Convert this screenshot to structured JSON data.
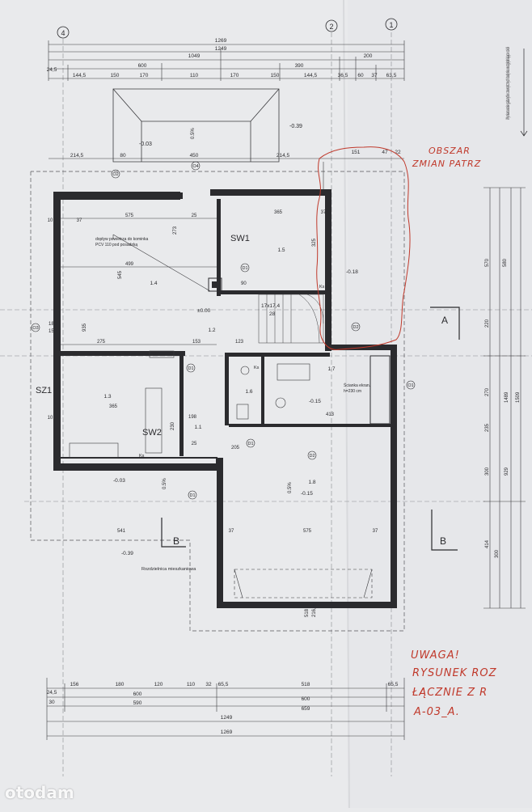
{
  "axes": {
    "left": "4",
    "mid": "2",
    "right": "1"
  },
  "top_dims": {
    "row1": [
      "1269"
    ],
    "row2": [
      "1249"
    ],
    "row3": [
      "1049",
      "200"
    ],
    "row4": [
      "600",
      "390"
    ],
    "row5": [
      "24,5",
      "144,5",
      "150",
      "170",
      "110",
      "170",
      "150",
      "144,5",
      "36,5",
      "60",
      "37",
      "63,5"
    ],
    "row6": [
      "214,5",
      "80",
      "450",
      "214,5",
      "151",
      "47",
      "22"
    ]
  },
  "rooms": {
    "r14": "1.4",
    "r13": "1.3",
    "r12": "1.2",
    "r11": "1.1",
    "r15": "1.5",
    "r16": "1.6",
    "r17": "1.7",
    "r18": "1.8",
    "sw1": "SW1",
    "sw2": "SW2",
    "sz1": "SZ1"
  },
  "labels": {
    "chimney": "dopływ powietrza do kominka",
    "chimney2": "PCV 110 pod posadzką",
    "elev0": "±0.00",
    "m003": "-0.03",
    "m015a": "-0.15",
    "m015b": "-0.15",
    "m018": "-0.18",
    "m039a": "-0.39",
    "m039b": "-0.39",
    "slope1": "0.5%",
    "slope2": "0.5%",
    "slope3": "0.5%",
    "stairs": "17x17,4",
    "stairs2": "28",
    "scianka": "Ścianka ekran.",
    "scianka2": "h=230 cm",
    "rozdz": "Rozdzielnica mieszkaniowa",
    "ks1": "Ks",
    "ks2": "Ks",
    "ks3": "Ks",
    "d1a": "D1",
    "d1b": "D1",
    "d1c": "D1",
    "d1d": "D1",
    "d2a": "D2",
    "d2b": "D2",
    "o1": "O1",
    "o2": "O2",
    "o3": "O3",
    "o4": "O4",
    "sectA": "A",
    "sectB1": "B",
    "sectB2": "B",
    "d575": "575",
    "d499": "499",
    "d545": "545",
    "d365a": "365",
    "d365b": "365",
    "d935": "935",
    "d275": "275",
    "d153": "153",
    "d123": "123",
    "d198": "198",
    "d413": "413",
    "d541": "541",
    "d575b": "575",
    "d518": "518",
    "d216": "216,5",
    "d230": "230",
    "d90": "90",
    "d205": "205",
    "d325": "325",
    "d273": "273",
    "d37a": "37",
    "d37b": "37",
    "d37c": "37",
    "d37d": "37",
    "d10a": "10",
    "d10b": "10",
    "d25a": "25",
    "d25b": "25",
    "d180": "180",
    "d150": "150"
  },
  "right_dims": [
    "570",
    "580",
    "220",
    "270",
    "1489",
    "1509",
    "235",
    "300",
    "929",
    "414",
    "300"
  ],
  "side_note": "Wymiarowanie gabarytów zewnętrznych budynku uwzględniające cokół",
  "annot_top": [
    "OBSZAR",
    "ZMIAN PATRZ"
  ],
  "annot_bottom": [
    "UWAGA!",
    "RYSUNEK ROZ",
    "ŁĄCZNIE Z R",
    "A-03_A."
  ],
  "bottom_dims": {
    "row1": [
      "24,5",
      "156",
      "180",
      "120",
      "110",
      "32",
      "65,5",
      "518",
      "65,5"
    ],
    "row2": [
      "30",
      "600",
      "600"
    ],
    "row3": [
      "590",
      "659"
    ],
    "row4": [
      "1249"
    ],
    "row5": [
      "1269"
    ]
  },
  "watermark": "otodam",
  "colors": {
    "ink": "#2b2b2e",
    "annotation": "#c0392b",
    "paper": "#e9eaec"
  }
}
